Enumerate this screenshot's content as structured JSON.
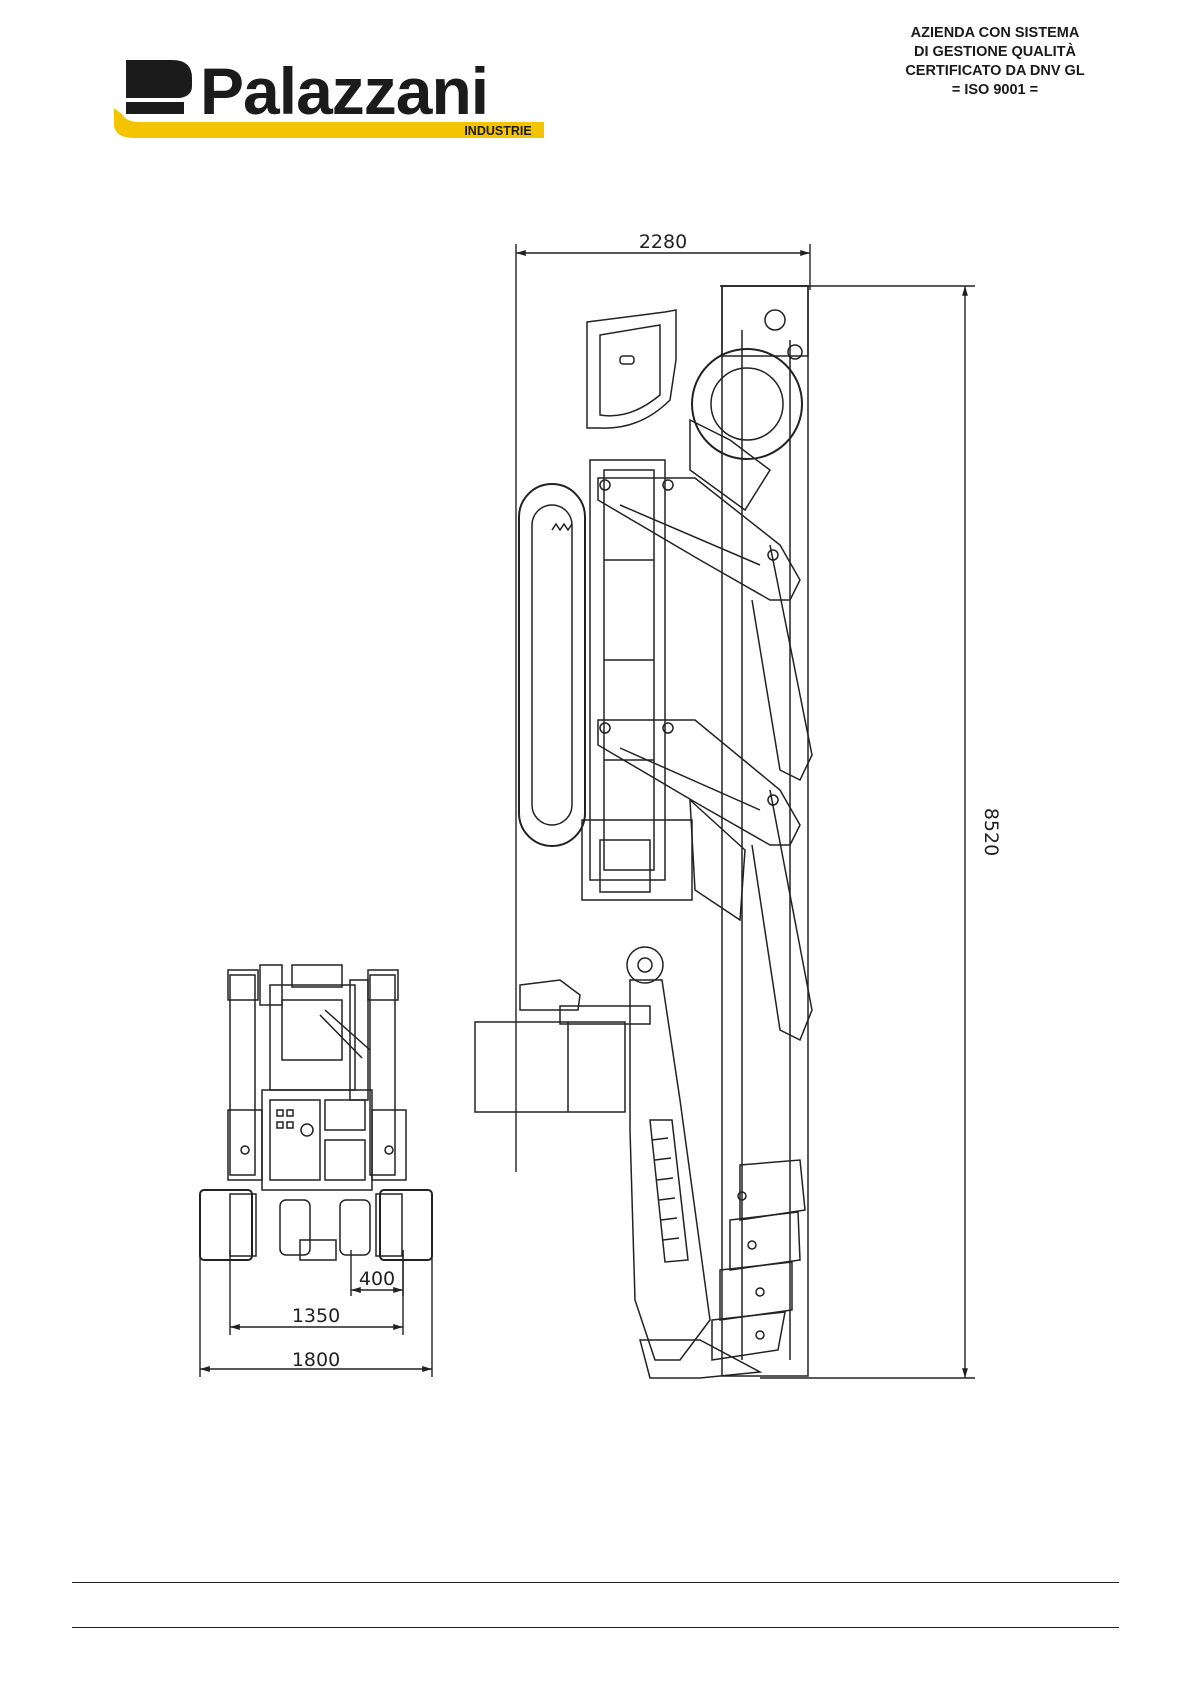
{
  "header": {
    "brand_name": "Palazzani",
    "brand_sub": "INDUSTRIE",
    "brand_colors": {
      "dark": "#1b1b1b",
      "accent": "#f5c400"
    },
    "certification": [
      "AZIENDA CON SISTEMA",
      "DI GESTIONE QUALITÀ",
      "CERTIFICATO DA DNV GL",
      "= ISO 9001 ="
    ]
  },
  "drawing": {
    "side_view": {
      "width_dim": "2280",
      "length_dim": "8520"
    },
    "front_view": {
      "track_dim": "400",
      "inner_dim": "1350",
      "outer_dim": "1800"
    }
  }
}
